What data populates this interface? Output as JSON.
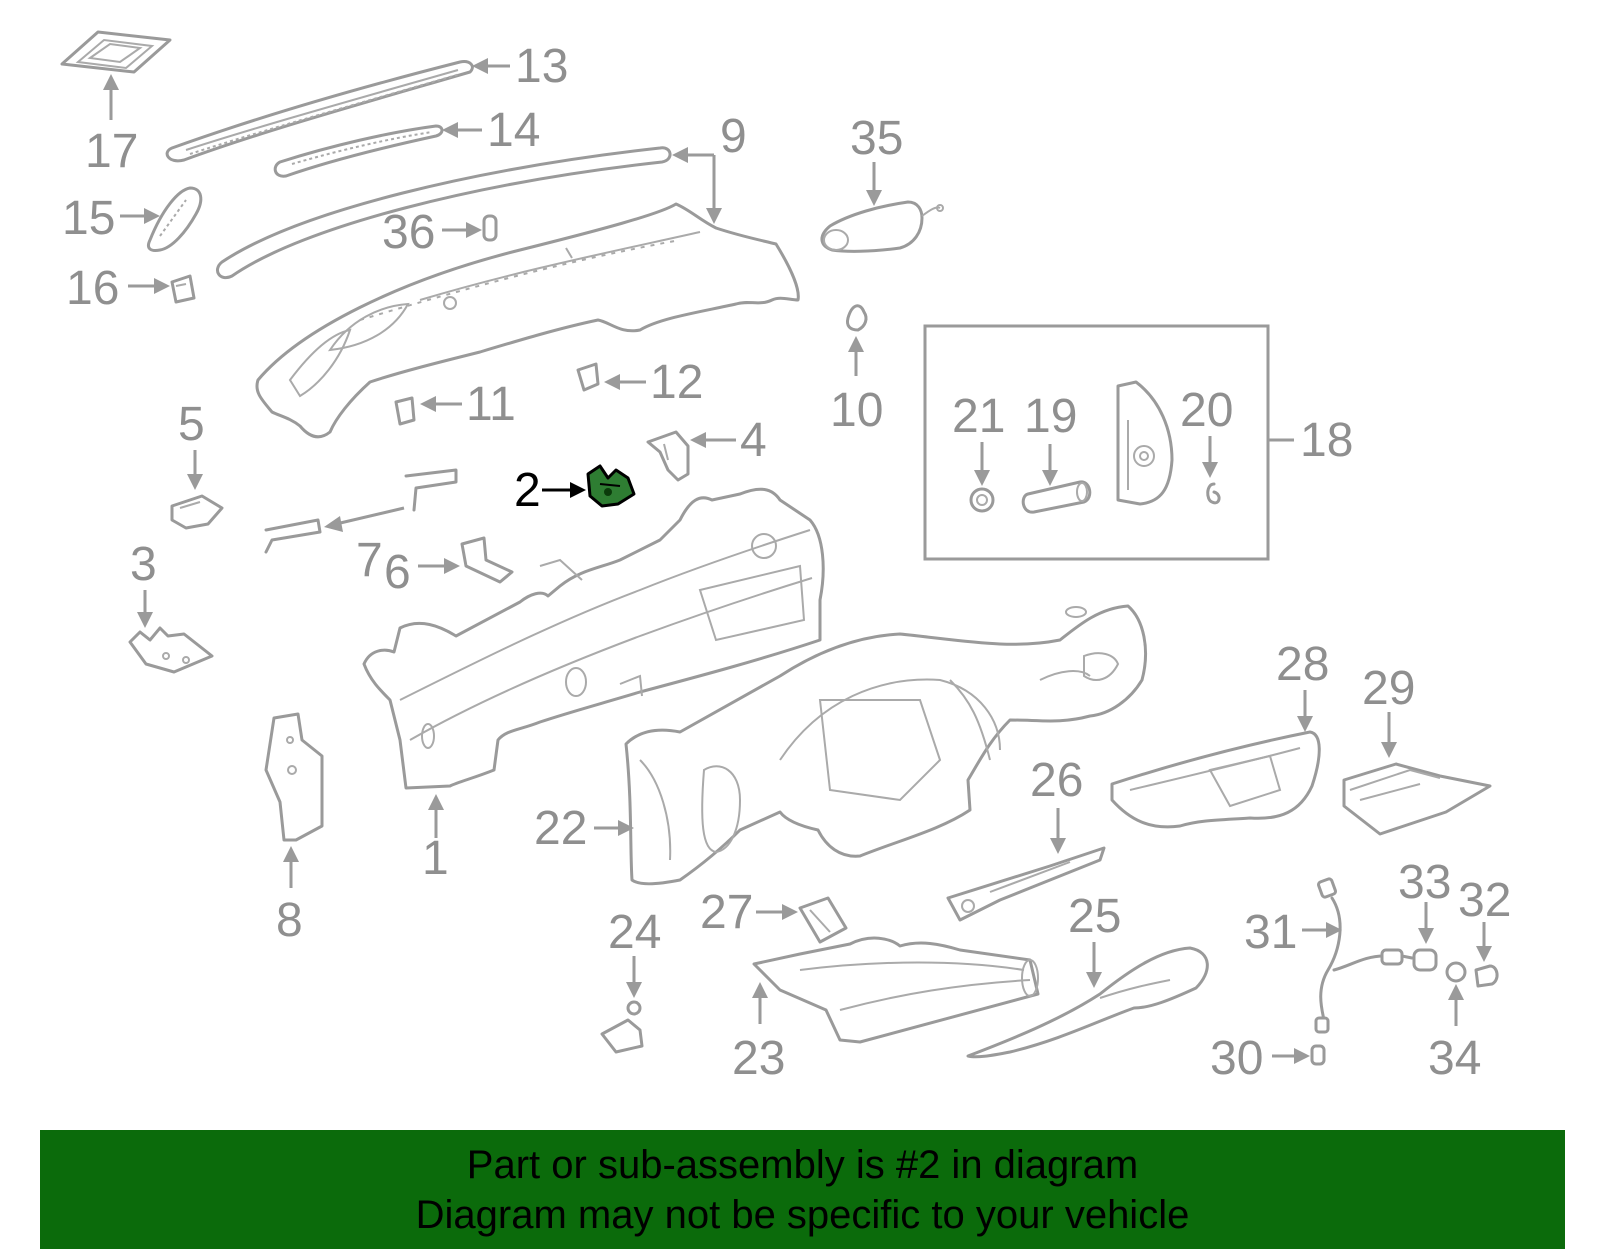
{
  "callouts": [
    "1",
    "2",
    "3",
    "4",
    "5",
    "6",
    "7",
    "8",
    "9",
    "10",
    "11",
    "12",
    "13",
    "14",
    "15",
    "16",
    "17",
    "18",
    "19",
    "20",
    "21",
    "22",
    "23",
    "24",
    "25",
    "26",
    "27",
    "28",
    "29",
    "30",
    "31",
    "32",
    "33",
    "34",
    "35",
    "36"
  ],
  "highlighted_part": "2",
  "colors": {
    "highlight": "#2e7d32",
    "banner_bg": "#0b6b0b",
    "line": "#9a9a9a"
  },
  "banner": {
    "line1": "Part or sub-assembly is #2 in diagram",
    "line2": "Diagram may not be specific to your vehicle"
  }
}
